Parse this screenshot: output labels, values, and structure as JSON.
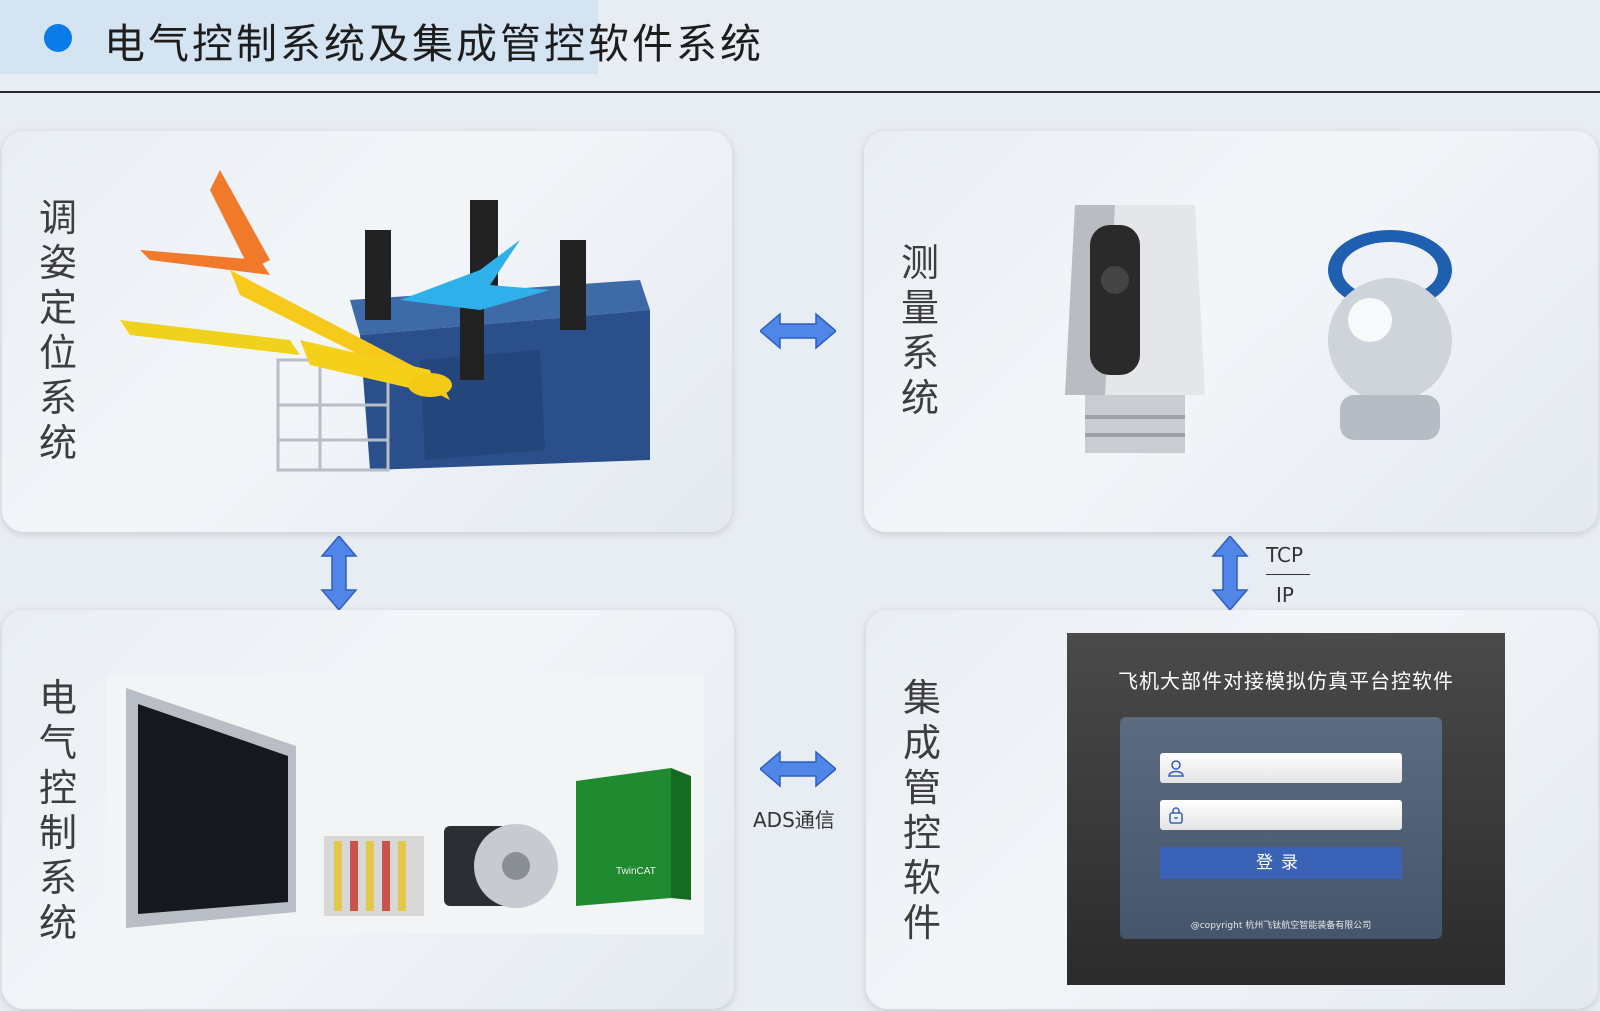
{
  "header": {
    "title": "电气控制系统及集成管控软件系统"
  },
  "panels": {
    "top_left": {
      "label": "调姿定位系统"
    },
    "top_right": {
      "label": "测量系统"
    },
    "bottom_left": {
      "label": "电气控制系统"
    },
    "bottom_right": {
      "label": "集成管控软件"
    }
  },
  "connectors": {
    "right_vertical": {
      "top": "TCP",
      "bottom": "IP"
    },
    "bottom_horizontal": {
      "label": "ADS通信"
    }
  },
  "login": {
    "title": "飞机大部件对接模拟仿真平台控软件",
    "username_placeholder": "",
    "password_placeholder": "",
    "button": "登录",
    "copyright": "@copyright 杭州飞钛航空智能装备有限公司"
  },
  "product_text": {
    "software_box": "TwinCAT"
  },
  "colors": {
    "accent": "#0a7be8",
    "arrow": "#4f86e8",
    "button": "#3a63b8"
  }
}
